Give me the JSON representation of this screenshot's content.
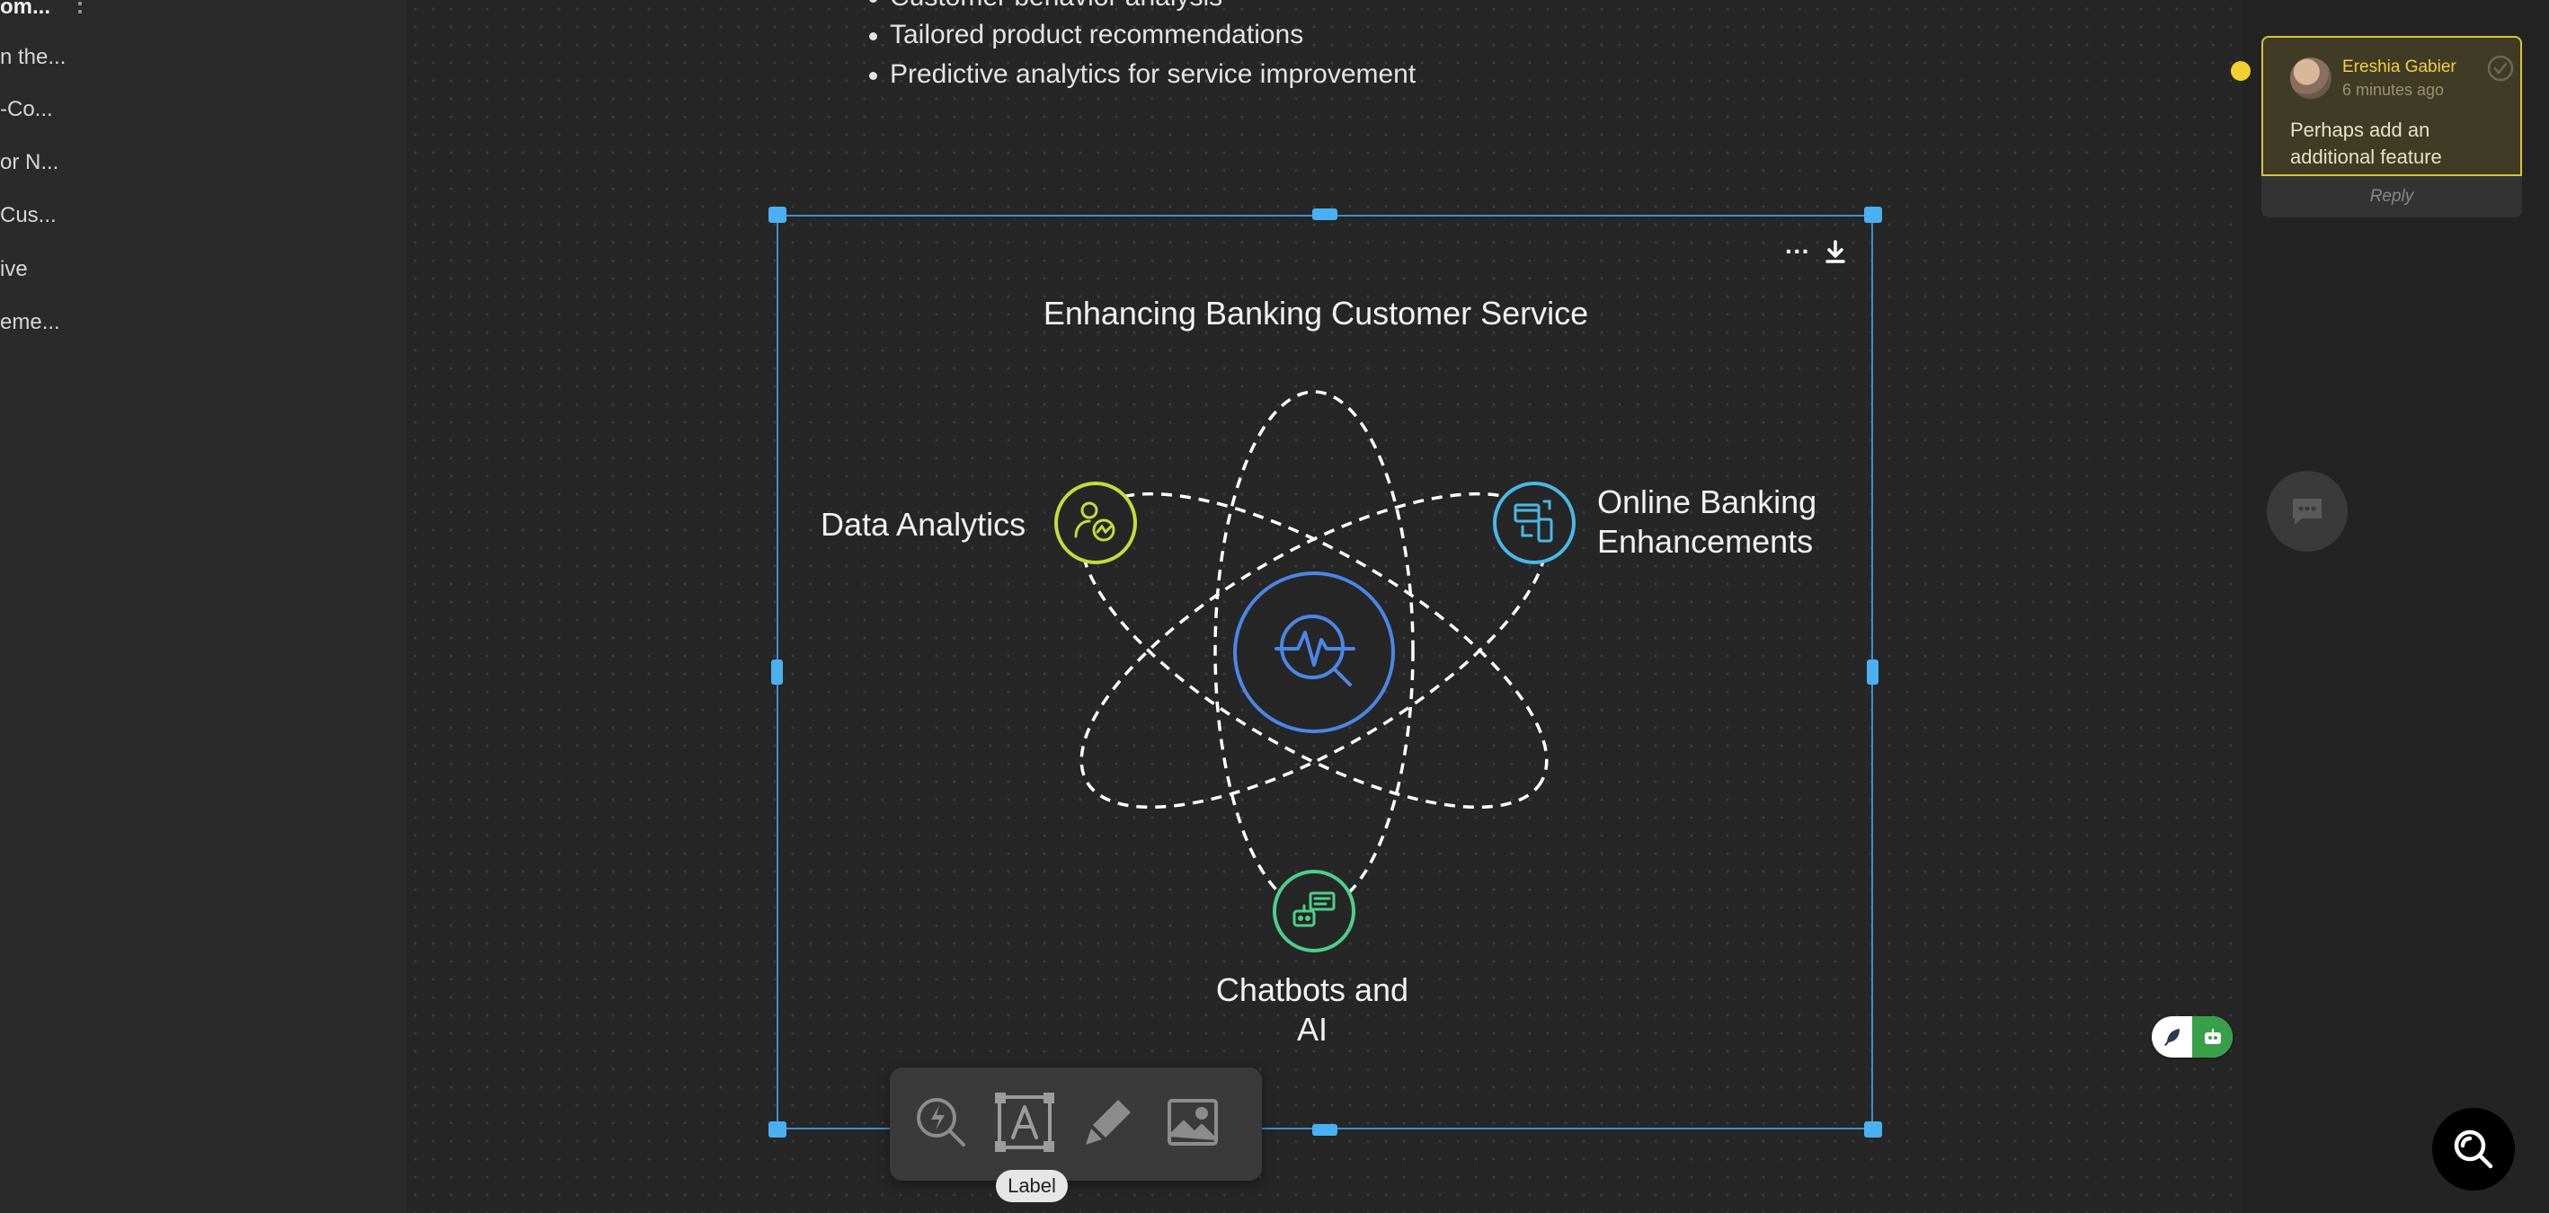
{
  "sidebar": {
    "items": [
      {
        "label": "om...",
        "bold": true
      },
      {
        "label": "n the..."
      },
      {
        "label": "-Co..."
      },
      {
        "label": "or N..."
      },
      {
        "label": " Cus..."
      },
      {
        "label": "ive"
      },
      {
        "label": "eme..."
      }
    ],
    "kebab": "⋮"
  },
  "document": {
    "bullets": [
      "Customer behavior analysis",
      "Tailored product recommendations",
      "Predictive analytics for service improvement"
    ]
  },
  "diagram": {
    "title": "Enhancing Banking Customer Service",
    "nodes": [
      {
        "label": "Data Analytics",
        "color": "#c4dc3c",
        "icon": "user-chart-icon"
      },
      {
        "label_line1": "Online Banking",
        "label_line2": "Enhancements",
        "color": "#4ab8e8",
        "icon": "mobile-transfer-icon"
      },
      {
        "label_line1": "Chatbots and",
        "label_line2": "AI",
        "color": "#4cd08a",
        "icon": "chatbot-icon"
      }
    ],
    "center": {
      "color": "#4c86e6",
      "icon": "pulse-search-icon"
    }
  },
  "frame": {
    "more": "···",
    "accent": "#3a8fd6"
  },
  "toolbar": {
    "tools": [
      "lightning-search-icon",
      "text-label-icon",
      "pen-icon",
      "image-icon"
    ],
    "tooltip": "Label"
  },
  "comment": {
    "author": "Ereshia Gabier",
    "time": "6 minutes ago",
    "text": "Perhaps add an additional feature",
    "reply": "Reply",
    "accent": "#d8c338"
  }
}
